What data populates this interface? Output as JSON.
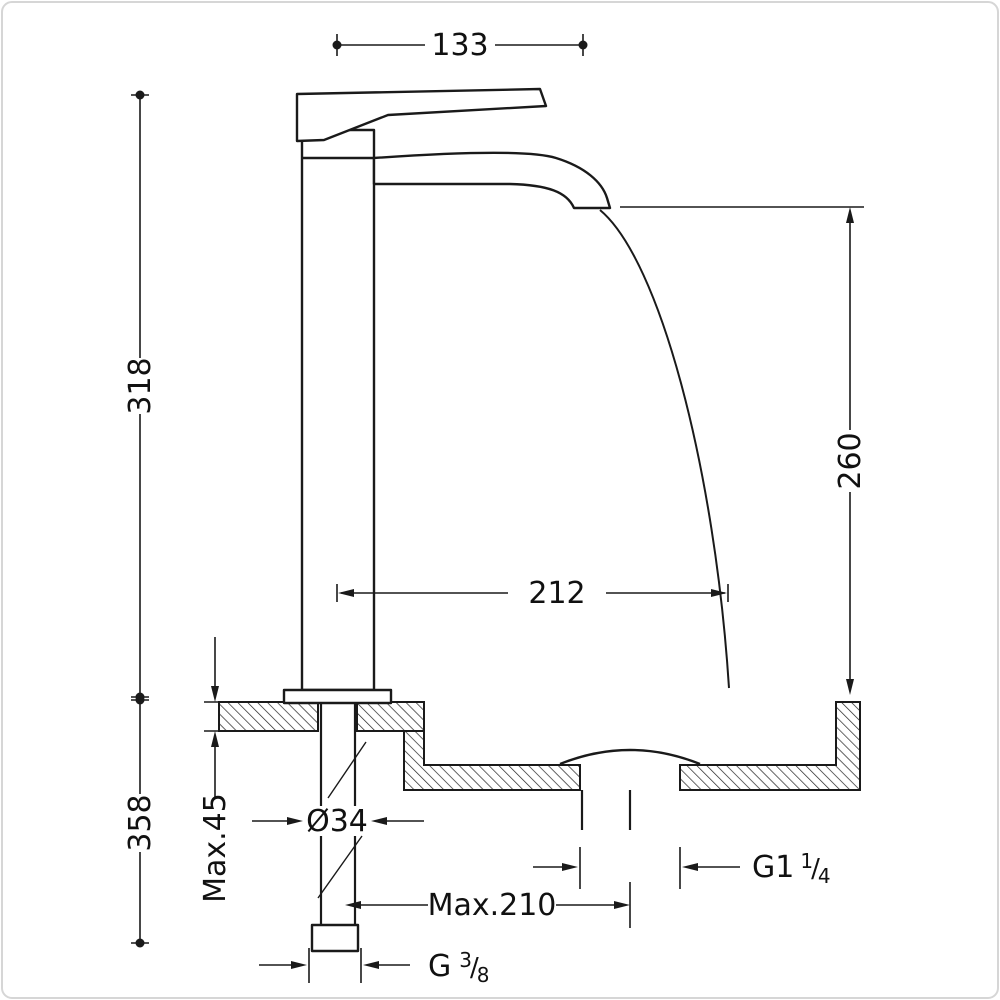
{
  "drawing": {
    "kind": "faucet installation dimension drawing",
    "units": "mm",
    "line_color": "#1a1a1a",
    "background": "#ffffff"
  },
  "dims": {
    "d133": "133",
    "d318": "318",
    "d358": "358",
    "d260": "260",
    "d212": "212",
    "max45": "Max.45",
    "dia34": "Ø34",
    "max210": "Max.210",
    "g114": {
      "prefix": "G1",
      "num": "1",
      "slash": "/",
      "den": "4"
    },
    "g38": {
      "prefix": "G",
      "num": "3",
      "slash": "/",
      "den": "8"
    }
  }
}
